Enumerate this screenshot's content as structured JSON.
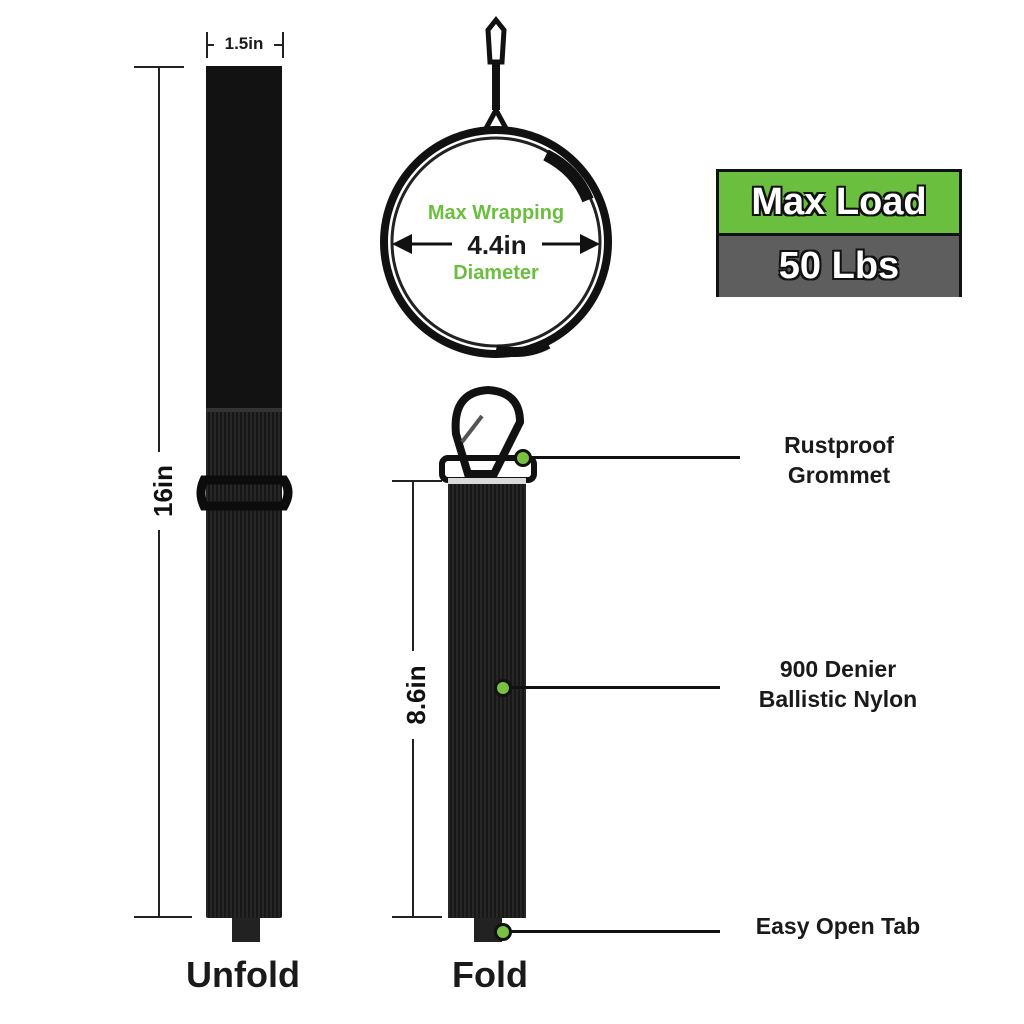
{
  "dimensions": {
    "width_label": "1.5in",
    "unfold_length_label": "16in",
    "fold_length_label": "8.6in"
  },
  "loop": {
    "line1": "Max Wrapping",
    "line2": "4.4in",
    "line3": "Diameter"
  },
  "max_load": {
    "title": "Max Load",
    "value": "50 Lbs"
  },
  "callouts": {
    "grommet_line1": "Rustproof",
    "grommet_line2": "Grommet",
    "nylon_line1": "900 Denier",
    "nylon_line2": "Ballistic Nylon",
    "tab": "Easy Open Tab"
  },
  "captions": {
    "unfold": "Unfold",
    "fold": "Fold"
  },
  "colors": {
    "accent_green": "#6abf3f",
    "dark_gray": "#5e5e5e",
    "strap_black": "#1b1b1b"
  }
}
